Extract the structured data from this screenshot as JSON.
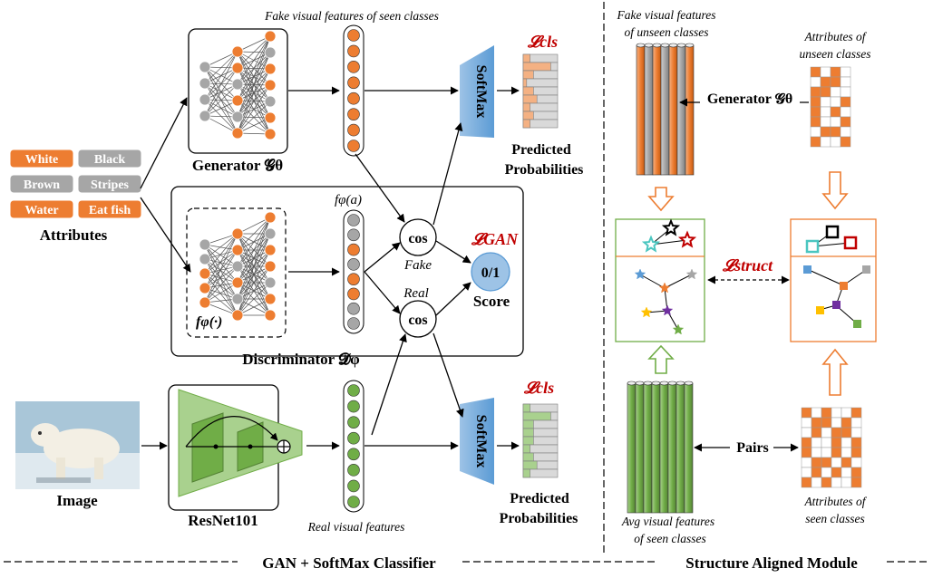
{
  "left_panel": {
    "title": "GAN + SoftMax Classifier",
    "attributes": {
      "label": "Attributes",
      "chips": [
        {
          "text": "White",
          "color": "#ed7d31"
        },
        {
          "text": "Black",
          "color": "#a6a6a6"
        },
        {
          "text": "Brown",
          "color": "#a6a6a6"
        },
        {
          "text": "Stripes",
          "color": "#a6a6a6"
        },
        {
          "text": "Water",
          "color": "#ed7d31"
        },
        {
          "text": "Eat fish",
          "color": "#ed7d31"
        }
      ]
    },
    "image_label": "Image",
    "generator_label": "Generator 𝓖θ",
    "fake_seen_caption": "Fake visual features of seen classes",
    "discriminator_label": "Discriminator 𝓓φ",
    "f_phi_a": "fφ(a)",
    "f_phi_dot": "fφ(·)",
    "cos": "cos",
    "fake": "Fake",
    "real": "Real",
    "score_value": "0/1",
    "score_label": "Score",
    "loss_gan": "𝓛GAN",
    "loss_cls": "𝓛cls",
    "softmax": "SoftMax",
    "predicted_probabilities": [
      "Predicted",
      "Probabilities"
    ],
    "resnet_label": "ResNet101",
    "real_caption": "Real visual features"
  },
  "right_panel": {
    "title": "Structure Aligned Module",
    "fake_unseen_caption": [
      "Fake visual features",
      "of unseen classes"
    ],
    "attr_unseen_caption": [
      "Attributes of",
      "unseen classes"
    ],
    "generator_label": "Generator 𝓖θ",
    "loss_struct": "𝓛struct",
    "pairs": "Pairs",
    "avg_seen_caption": [
      "Avg visual features",
      "of seen classes"
    ],
    "attr_seen_caption": [
      "Attributes of",
      "seen classes"
    ]
  },
  "colors": {
    "orange": "#ed7d31",
    "gray": "#a6a6a6",
    "green": "#70ad47",
    "blue": "#5b9bd5",
    "red": "#c00000"
  },
  "icons": [
    "polar-bear-image",
    "star-icon",
    "square-icon"
  ]
}
